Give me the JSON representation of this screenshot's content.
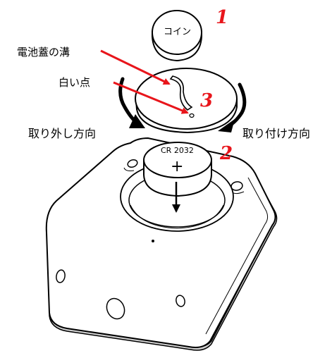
{
  "labels": {
    "coin": "コイン",
    "groove": "電池蓋の溝",
    "white_dot": "白い点",
    "remove_direction": "取り外し方向",
    "attach_direction": "取り付け方向",
    "battery_model": "CR 2032",
    "battery_polarity": "+"
  },
  "steps": [
    "1",
    "2",
    "3"
  ],
  "colors": {
    "step_number": "#e8151b",
    "pointer_arrow": "#e8151b",
    "outline": "#000000"
  }
}
